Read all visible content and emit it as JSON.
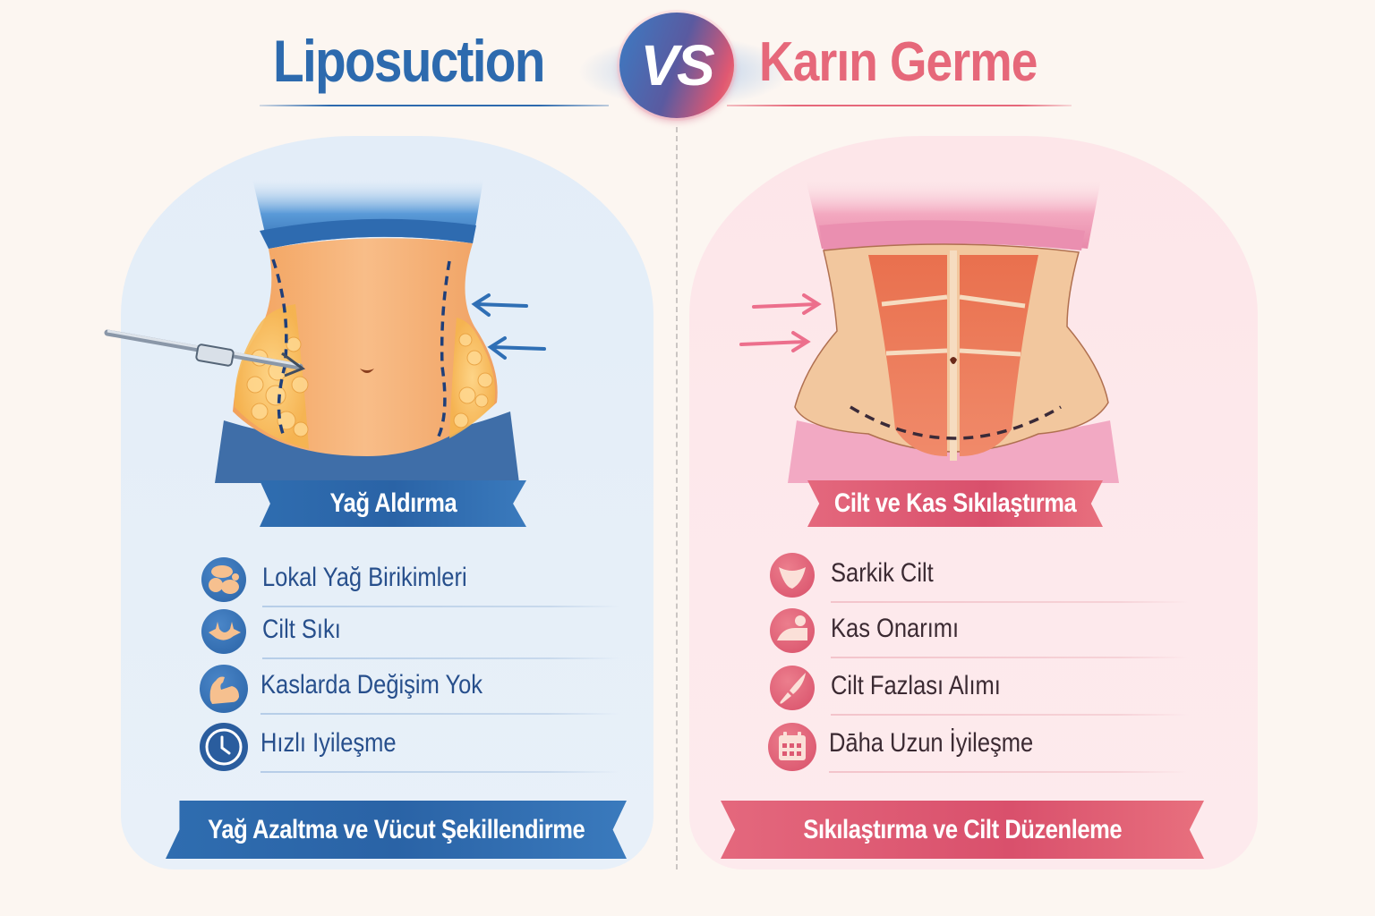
{
  "header": {
    "left_title": "Liposuction",
    "vs_label": "VS",
    "right_title": "Karın Germe"
  },
  "colors": {
    "blue_accent": "#2d6aae",
    "pink_accent": "#e6687a",
    "background": "#fcf6f1",
    "panel_blue": "#e4eef8",
    "panel_pink": "#fde7ea"
  },
  "left_panel": {
    "illustration": "abdomen-fat-removal-with-cannula",
    "subtitle": "Yağ Aldırma",
    "items": [
      {
        "icon": "fat-cells-icon",
        "label": "Lokal Yağ Birikimleri"
      },
      {
        "icon": "tight-skin-icon",
        "label": "Cilt Sıkı"
      },
      {
        "icon": "flexed-arm-muscle-icon",
        "label": "Kaslarda Değişim Yok"
      },
      {
        "icon": "clock-icon",
        "label": "Hızlı Iyileşme"
      }
    ],
    "footer": "Yağ Azaltma ve Vücut Şekillendirme"
  },
  "right_panel": {
    "illustration": "abdomen-muscle-repair-tummy-tuck",
    "subtitle": "Cilt ve Kas Sıkılaştırma",
    "items": [
      {
        "icon": "sagging-skin-icon",
        "label": "Sarkik Cilt"
      },
      {
        "icon": "muscle-repair-icon",
        "label": "Kas Onarımı"
      },
      {
        "icon": "scalpel-icon",
        "label": "Cilt Fazlası Alımı"
      },
      {
        "icon": "calendar-icon",
        "label": "Dāha Uzun İyileşme"
      }
    ],
    "footer": "Sıkılaştırma ve Cilt Düzenleme"
  }
}
